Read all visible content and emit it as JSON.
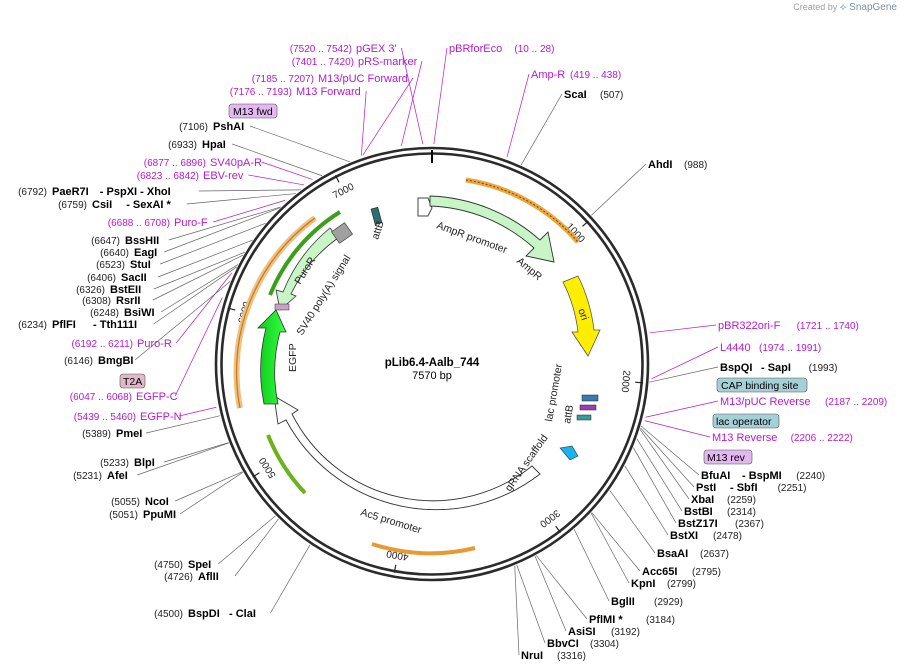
{
  "app": {
    "credit_prefix": "Created by",
    "brand": "SnapGene"
  },
  "map": {
    "name": "pLib6.4-Aalb_744",
    "length_label": "7570 bp"
  },
  "ticks": [
    "1000",
    "2000",
    "3000",
    "4000",
    "5000",
    "6000",
    "7000"
  ],
  "features": {
    "ampr_promoter": "AmpR promoter",
    "ampr": "AmpR",
    "ori": "ori",
    "lac_promoter": "lac promoter",
    "attb_right": "attB",
    "grna_scaffold": "gRNA scaffold",
    "ac5_promoter": "Ac5 promoter",
    "egfp": "EGFP",
    "sv40": "SV40 poly(A) signal",
    "puror": "PuroR",
    "attb_top": "attB"
  },
  "boxed_labels": {
    "m13_fwd": "M13 fwd",
    "t2a": "T2A",
    "cap": "CAP binding site",
    "lac_operator": "lac operator",
    "m13_rev": "M13 rev"
  },
  "primers_left": [
    {
      "pos": "(7520 .. 7542)",
      "name": "pGEX 3'"
    },
    {
      "pos": "(7401 .. 7420)",
      "name": "pRS-marker"
    },
    {
      "pos": "(7185 .. 7207)",
      "name": "M13/pUC Forward"
    },
    {
      "pos": "(7176 .. 7193)",
      "name": "M13 Forward"
    },
    {
      "pos": "(6877 .. 6896)",
      "name": "SV40pA-R"
    },
    {
      "pos": "(6823 .. 6842)",
      "name": "EBV-rev"
    },
    {
      "pos": "(6688 .. 6708)",
      "name": "Puro-F"
    },
    {
      "pos": "(6192 .. 6211)",
      "name": "Puro-R"
    },
    {
      "pos": "(6047 .. 6068)",
      "name": "EGFP-C"
    },
    {
      "pos": "(5439 .. 5460)",
      "name": "EGFP-N"
    }
  ],
  "primers_right": [
    {
      "name": "pBRforEco",
      "pos": "(10 .. 28)"
    },
    {
      "name": "Amp-R",
      "pos": "(419 .. 438)"
    },
    {
      "name": "pBR322ori-F",
      "pos": "(1721 .. 1740)"
    },
    {
      "name": "L4440",
      "pos": "(1974 .. 1991)"
    },
    {
      "name": "M13/pUC Reverse",
      "pos": "(2187 .. 2209)"
    },
    {
      "name": "M13 Reverse",
      "pos": "(2206 .. 2222)"
    }
  ],
  "sites_left": [
    {
      "pos": "(7106)",
      "name": "PshAI"
    },
    {
      "pos": "(6933)",
      "name": "HpaI"
    },
    {
      "pos": "(6792)",
      "name": "PaeR7I",
      "extra": "- PspXI  - XhoI"
    },
    {
      "pos": "(6759)",
      "name": "CsiI",
      "extra": "- SexAI *"
    },
    {
      "pos": "(6647)",
      "name": "BssHII"
    },
    {
      "pos": "(6640)",
      "name": "EagI"
    },
    {
      "pos": "(6523)",
      "name": "StuI"
    },
    {
      "pos": "(6406)",
      "name": "SacII"
    },
    {
      "pos": "(6326)",
      "name": "BstEII"
    },
    {
      "pos": "(6308)",
      "name": "RsrII"
    },
    {
      "pos": "(6248)",
      "name": "BsiWI"
    },
    {
      "pos": "(6234)",
      "name": "PflFI",
      "extra": "- Tth111I"
    },
    {
      "pos": "(6146)",
      "name": "BmgBI"
    },
    {
      "pos": "(5389)",
      "name": "PmeI"
    },
    {
      "pos": "(5233)",
      "name": "BlpI"
    },
    {
      "pos": "(5231)",
      "name": "AfeI"
    },
    {
      "pos": "(5055)",
      "name": "NcoI"
    },
    {
      "pos": "(5051)",
      "name": "PpuMI"
    },
    {
      "pos": "(4750)",
      "name": "SpeI"
    },
    {
      "pos": "(4726)",
      "name": "AflII"
    },
    {
      "pos": "(4500)",
      "name": "BspDI",
      "extra": "- ClaI"
    }
  ],
  "sites_right": [
    {
      "name": "ScaI",
      "pos": "(507)"
    },
    {
      "name": "AhdI",
      "pos": "(988)"
    },
    {
      "name": "BspQI",
      "extra": "- SapI",
      "pos": "(1993)"
    },
    {
      "name": "BfuAI",
      "extra": "- BspMI",
      "pos": "(2240)"
    },
    {
      "name": "PstI",
      "extra": "- SbfI",
      "pos": "(2251)"
    },
    {
      "name": "XbaI",
      "pos": "(2259)"
    },
    {
      "name": "BstBI",
      "pos": "(2314)"
    },
    {
      "name": "BstZ17I",
      "pos": "(2367)"
    },
    {
      "name": "BstXI",
      "pos": "(2478)"
    },
    {
      "name": "BsaAI",
      "pos": "(2637)"
    },
    {
      "name": "Acc65I",
      "pos": "(2795)"
    },
    {
      "name": "KpnI",
      "pos": "(2799)"
    },
    {
      "name": "BglII",
      "pos": "(2929)"
    },
    {
      "name": "PflMI *",
      "pos": "(3184)"
    },
    {
      "name": "AsiSI",
      "pos": "(3192)"
    },
    {
      "name": "BbvCI",
      "pos": "(3304)"
    },
    {
      "name": "NruI",
      "pos": "(3316)"
    }
  ]
}
